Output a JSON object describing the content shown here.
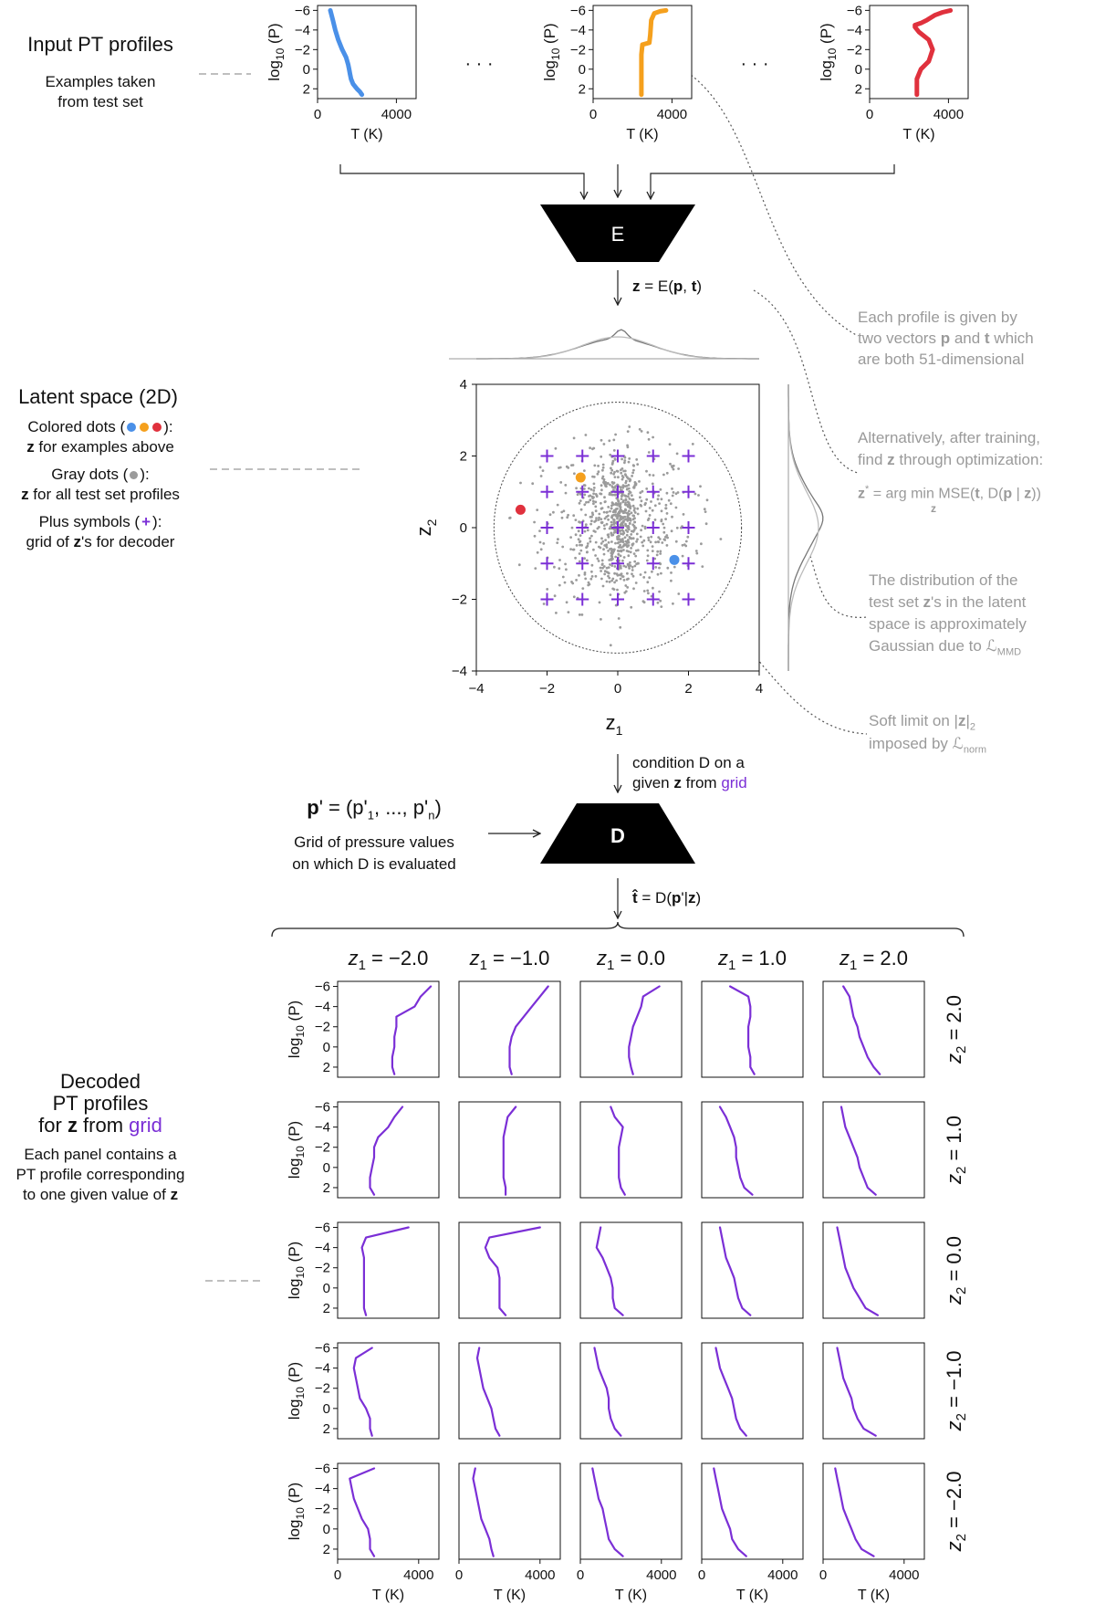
{
  "left": {
    "input_title": "Input PT profiles",
    "input_sub_1": "Examples taken",
    "input_sub_2": "from test set",
    "latent_title": "Latent space (2D)",
    "colored_prefix": "Colored dots (",
    "colored_suffix": "):",
    "colored_line2_bold": "z",
    "colored_line2": " for examples above",
    "gray_prefix": "Gray dots (",
    "gray_suffix": "):",
    "gray_line2_bold": "z",
    "gray_line2": " for all test set profiles",
    "plus_prefix": "Plus symbols (",
    "plus_suffix": "):",
    "plus_line2_a": "grid of ",
    "plus_line2_bold": "z",
    "plus_line2_b": "'s for decoder",
    "decoded_1": "Decoded",
    "decoded_2": "PT profiles",
    "decoded_3_a": "for ",
    "decoded_3_bold": "z",
    "decoded_3_b": " from ",
    "decoded_3_grid": "grid",
    "panel_desc_1": "Each panel contains a",
    "panel_desc_2": "PT profile corresponding",
    "panel_desc_3_a": "to one given value of ",
    "panel_desc_3_bold": "z"
  },
  "center": {
    "ellipsis_1": "· · ·",
    "ellipsis_2": "· · ·",
    "encoder_label": "E",
    "encoder_eq_bold": "z",
    "encoder_eq": " = E(",
    "encoder_eq_p": "p",
    "encoder_eq_sep": ", ",
    "encoder_eq_t": "t",
    "encoder_eq_end": ")",
    "decoder_label": "D",
    "condition_1": "condition D on a",
    "condition_2_a": "given ",
    "condition_2_bold": "z",
    "condition_2_b": " from ",
    "condition_2_grid": "grid",
    "pgrid_bold": "p",
    "pgrid_rest": "' = (p'",
    "pgrid_sub1": "1",
    "pgrid_mid": ", ..., p'",
    "pgrid_subn": "n",
    "pgrid_end": ")",
    "pgrid_desc_1": "Grid of pressure values",
    "pgrid_desc_2": "on which D is evaluated",
    "decoder_eq_bold": "t̂",
    "decoder_eq": " = D(",
    "decoder_eq_p": "p",
    "decoder_eq_mid": "'|",
    "decoder_eq_z": "z",
    "decoder_eq_end": ")"
  },
  "right": {
    "note1_1_a": "Each profile is given by",
    "note1_2_a": "two vectors ",
    "note1_2_p": "p",
    "note1_2_b": " and ",
    "note1_2_t": "t",
    "note1_2_c": " which",
    "note1_3": "are both 51-dimensional",
    "note2_1": "Alternatively, after training,",
    "note2_2_a": "find ",
    "note2_2_z": "z",
    "note2_2_b": " through optimization:",
    "note2_3_z": "z",
    "note2_3_star": "*",
    "note2_3_a": " = arg min MSE(",
    "note2_3_t": "t",
    "note2_3_b": ", D(",
    "note2_3_p": "p",
    "note2_3_c": " | ",
    "note2_3_z2": "z",
    "note2_3_d": "))",
    "note2_sub": "z",
    "note3_1": "The distribution of the",
    "note3_2_a": "test set ",
    "note3_2_z": "z",
    "note3_2_b": "'s in the latent",
    "note3_3": "space is approximately",
    "note3_4_a": "Gaussian due to ",
    "note3_4_L": "ℒ",
    "note3_4_sub": "MMD",
    "note4_1_a": "Soft limit on |",
    "note4_1_z": "z",
    "note4_1_b": "|",
    "note4_1_sub": "2",
    "note4_2_a": "imposed by ",
    "note4_2_L": "ℒ",
    "note4_2_sub": "norm"
  },
  "colors": {
    "blue": "#4a90e8",
    "orange": "#f5a01d",
    "red": "#e0313d",
    "purple": "#7b2fd6",
    "gray_dot": "#9b9b9b",
    "note_gray": "#9a9a9a"
  },
  "chart_data": [
    {
      "type": "line",
      "name": "input-profile-blue",
      "xlabel": "T (K)",
      "ylabel": "log10 (P)",
      "xlim": [
        0,
        5000
      ],
      "ylim": [
        3,
        -6.5
      ],
      "xticks": [
        0,
        4000
      ],
      "yticks": [
        -6,
        -4,
        -2,
        0,
        2
      ],
      "color": "#4a90e8",
      "T": [
        650,
        780,
        900,
        1050,
        1250,
        1450,
        1550,
        1600,
        1650,
        1700,
        1800,
        2000,
        2150,
        2250
      ],
      "logP": [
        -6,
        -5,
        -4,
        -3,
        -2,
        -1.2,
        -0.5,
        0,
        0.5,
        1,
        1.5,
        2,
        2.3,
        2.6
      ]
    },
    {
      "type": "line",
      "name": "input-profile-orange",
      "xlabel": "T (K)",
      "ylabel": "log10 (P)",
      "xlim": [
        0,
        5000
      ],
      "ylim": [
        3,
        -6.5
      ],
      "xticks": [
        0,
        4000
      ],
      "yticks": [
        -6,
        -4,
        -2,
        0,
        2
      ],
      "color": "#f5a01d",
      "T": [
        3700,
        3400,
        3100,
        2950,
        2900,
        2850,
        2500,
        2450,
        2450,
        2450,
        2450,
        2450,
        2450
      ],
      "logP": [
        -6,
        -5.9,
        -5.7,
        -5,
        -3.5,
        -2.7,
        -2.5,
        -1.5,
        -0.5,
        0.5,
        1.5,
        2.2,
        2.6
      ]
    },
    {
      "type": "line",
      "name": "input-profile-red",
      "xlabel": "T (K)",
      "ylabel": "log10 (P)",
      "xlim": [
        0,
        5000
      ],
      "ylim": [
        3,
        -6.5
      ],
      "xticks": [
        0,
        4000
      ],
      "yticks": [
        -6,
        -4,
        -2,
        0,
        2
      ],
      "color": "#e0313d",
      "T": [
        4100,
        3700,
        3300,
        2900,
        2600,
        2300,
        2300,
        2500,
        3000,
        3200,
        3000,
        2600,
        2400,
        2400,
        2400
      ],
      "logP": [
        -6,
        -5.8,
        -5.5,
        -5,
        -4.7,
        -4.5,
        -4.3,
        -3.8,
        -3,
        -2,
        -0.8,
        0,
        1,
        2,
        2.6
      ]
    },
    {
      "type": "scatter",
      "name": "latent-space",
      "xlabel": "z1",
      "ylabel": "z2",
      "xlim": [
        -4,
        4
      ],
      "ylim": [
        -4,
        4
      ],
      "xticks": [
        -4,
        -2,
        0,
        2,
        4
      ],
      "yticks": [
        -4,
        -2,
        0,
        2,
        4
      ],
      "circle_radius": 3.5,
      "highlight_points": [
        {
          "label": "blue",
          "x": 1.6,
          "y": -0.9,
          "color": "#4a90e8"
        },
        {
          "label": "orange",
          "x": -1.05,
          "y": 1.4,
          "color": "#f5a01d"
        },
        {
          "label": "red",
          "x": -2.75,
          "y": 0.5,
          "color": "#e0313d"
        }
      ],
      "grid_points_z1": [
        -2,
        -1,
        0,
        1,
        2
      ],
      "grid_points_z2": [
        -2,
        -1,
        0,
        1,
        2
      ],
      "gray_dot_count": 900
    },
    {
      "type": "line",
      "name": "decoded-grid",
      "xlabel": "T (K)",
      "ylabel": "log10 (P)",
      "xlim": [
        0,
        5000
      ],
      "ylim": [
        3,
        -6.5
      ],
      "xticks": [
        0,
        4000
      ],
      "yticks": [
        -6,
        -4,
        -2,
        0,
        2
      ],
      "col_titles": [
        "z1 = −2.0",
        "z1 = −1.0",
        "z1 = 0.0",
        "z1 = 1.0",
        "z1 = 2.0"
      ],
      "row_titles": [
        "z2 = 2.0",
        "z2 = 1.0",
        "z2 = 0.0",
        "z2 = −1.0",
        "z2 = −2.0"
      ],
      "logP": [
        -6,
        -5,
        -4,
        -3,
        -2,
        -1,
        0,
        1,
        2,
        2.7
      ],
      "panels": [
        [
          [
            4600,
            4100,
            3800,
            2900,
            2900,
            2800,
            2800,
            2700,
            2700,
            2800
          ],
          [
            4400,
            4000,
            3600,
            3200,
            2800,
            2600,
            2500,
            2500,
            2500,
            2600
          ],
          [
            3900,
            3100,
            3000,
            2800,
            2600,
            2500,
            2400,
            2400,
            2500,
            2600
          ],
          [
            1400,
            2300,
            2400,
            2400,
            2300,
            2300,
            2300,
            2400,
            2400,
            2600
          ],
          [
            1000,
            1300,
            1400,
            1500,
            1700,
            1800,
            2000,
            2200,
            2500,
            2800
          ]
        ],
        [
          [
            3200,
            2800,
            2500,
            2000,
            1800,
            1800,
            1700,
            1600,
            1600,
            1800
          ],
          [
            2800,
            2400,
            2300,
            2200,
            2200,
            2200,
            2200,
            2200,
            2300,
            2300
          ],
          [
            1500,
            1700,
            2100,
            2000,
            1900,
            1900,
            1900,
            1900,
            2000,
            2200
          ],
          [
            900,
            1200,
            1400,
            1600,
            1700,
            1700,
            1800,
            1900,
            2100,
            2500
          ],
          [
            900,
            1000,
            1100,
            1300,
            1500,
            1700,
            1800,
            2000,
            2200,
            2600
          ]
        ],
        [
          [
            3500,
            1400,
            1200,
            1300,
            1300,
            1300,
            1300,
            1300,
            1300,
            1400
          ],
          [
            4000,
            1500,
            1300,
            1500,
            1900,
            2000,
            2000,
            2000,
            2000,
            2300
          ],
          [
            1000,
            900,
            800,
            1100,
            1300,
            1500,
            1600,
            1600,
            1700,
            2100
          ],
          [
            900,
            1000,
            1100,
            1200,
            1400,
            1600,
            1700,
            1800,
            2000,
            2400
          ],
          [
            700,
            800,
            900,
            1000,
            1100,
            1300,
            1500,
            1800,
            2100,
            2700
          ]
        ],
        [
          [
            1700,
            900,
            800,
            900,
            1000,
            1100,
            1400,
            1600,
            1600,
            1700
          ],
          [
            1000,
            900,
            1000,
            1100,
            1200,
            1400,
            1600,
            1700,
            1800,
            2000
          ],
          [
            700,
            800,
            900,
            1100,
            1300,
            1400,
            1400,
            1500,
            1700,
            2000
          ],
          [
            700,
            800,
            900,
            1100,
            1300,
            1500,
            1600,
            1700,
            1900,
            2200
          ],
          [
            700,
            800,
            900,
            1000,
            1200,
            1400,
            1500,
            1700,
            2000,
            2600
          ]
        ],
        [
          [
            1800,
            600,
            700,
            800,
            1000,
            1200,
            1500,
            1600,
            1600,
            1800
          ],
          [
            800,
            700,
            800,
            900,
            1000,
            1100,
            1300,
            1500,
            1600,
            1700
          ],
          [
            600,
            700,
            800,
            900,
            1100,
            1200,
            1300,
            1400,
            1700,
            2100
          ],
          [
            600,
            700,
            800,
            900,
            1000,
            1200,
            1400,
            1500,
            1800,
            2200
          ],
          [
            600,
            700,
            800,
            900,
            1000,
            1200,
            1400,
            1600,
            1900,
            2500
          ]
        ]
      ]
    }
  ]
}
